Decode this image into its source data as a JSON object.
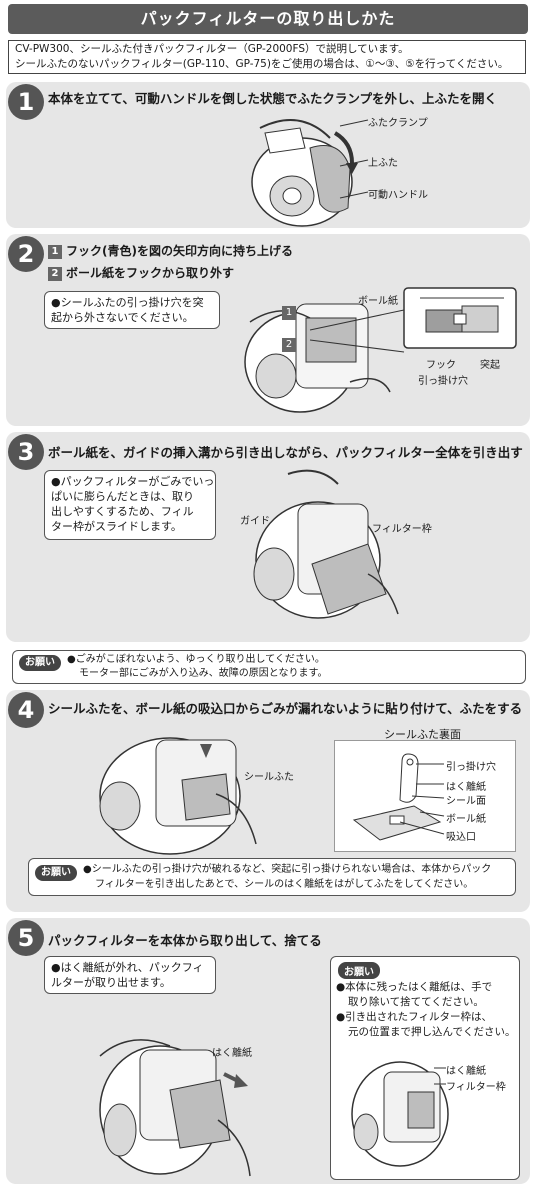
{
  "title": "パックフィルターの取り出しかた",
  "intro": [
    "CV-PW300、シールふた付きパックフィルター（GP-2000FS）で説明しています。",
    "シールふたのないパックフィルター(GP-110、GP-75)をご使用の場合は、①～③、⑤を行ってください。"
  ],
  "steps": [
    {
      "num": "1",
      "heading": "本体を立てて、可動ハンドルを倒した状態でふたクランプを外し、上ふたを開く",
      "labels": [
        "ふたクランプ",
        "上ふた",
        "可動ハンドル"
      ]
    },
    {
      "num": "2",
      "sub": [
        {
          "num": "1",
          "text": "フック(青色)を図の矢印方向に持ち上げる"
        },
        {
          "num": "2",
          "text": "ボール紙をフックから取り外す"
        }
      ],
      "note": [
        "●シールふたの引っ掛け穴を突",
        "起から外さないでください。"
      ],
      "labels": [
        "ボール紙",
        "フック",
        "引っ掛け穴",
        "突起"
      ],
      "arrow_labels": [
        "1",
        "2"
      ]
    },
    {
      "num": "3",
      "heading": "ボール紙を、ガイドの挿入溝から引き出しながら、パックフィルター全体を引き出す",
      "note": [
        "●パックフィルターがごみでいっ",
        "ぱいに膨らんだときは、取り",
        "出しやすくするため、フィル",
        "ター枠がスライドします。"
      ],
      "labels": [
        "ガイド",
        "フィルター枠"
      ]
    },
    {
      "num": "4",
      "heading": "シールふたを、ボール紙の吸込口からごみが漏れないように貼り付けて、ふたをする",
      "label_seal": "シールふた",
      "back_title": "シールふた裏面",
      "back_labels": [
        "引っ掛け穴",
        "はく離紙",
        "シール面",
        "ボール紙",
        "吸込口"
      ]
    },
    {
      "num": "5",
      "heading": "パックフィルターを本体から取り出して、捨てる",
      "note": [
        "●はく離紙が外れ、パックフィ",
        "ルターが取り出せます。"
      ],
      "label_paper": "はく離紙",
      "onegai_lines": [
        "●本体に残ったはく離紙は、手で",
        "取り除いて捨ててください。",
        "●引き出されたフィルター枠は、",
        "元の位置まで押し込んでください。"
      ],
      "right_labels": [
        "はく離紙",
        "フィルター枠"
      ]
    }
  ],
  "onegai_label": "お願い",
  "warning1": [
    "●ごみがこぼれないよう、ゆっくり取り出してください。",
    "モーター部にごみが入り込み、故障の原因となります。"
  ],
  "warning2": [
    "●シールふたの引っ掛け穴が破れるなど、突起に引っ掛けられない場合は、本体からパック",
    "フィルターを引き出したあとで、シールのはく離紙をはがしてふたをしてください。"
  ]
}
